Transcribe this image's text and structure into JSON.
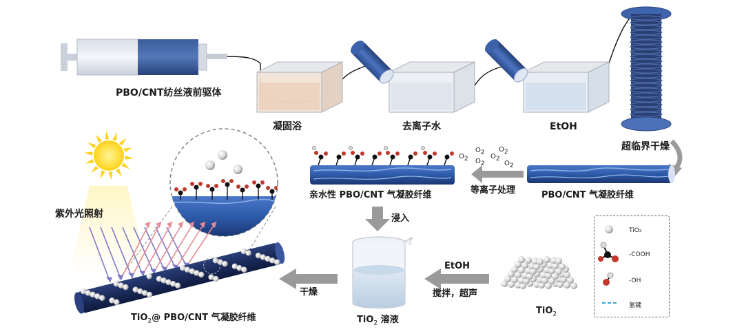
{
  "labels": {
    "precursor": "PBO/CNT纺丝液前驱体",
    "bath1": "凝固浴",
    "bath2": "去离子水",
    "bath3": "EtOH",
    "scd": "超临界干燥",
    "fiber1": "PBO/CNT 气凝胶纤维",
    "plasma": "等离子处理",
    "hydrophilic": "亲水性 PBO/CNT 气凝胶纤维",
    "immerse": "浸入",
    "uv": "紫外光照射",
    "dry": "干燥",
    "final_prefix": "TiO",
    "final_sub": "2",
    "final_suffix": "@ PBO/CNT 气凝胶纤维",
    "solution_prefix": "TiO",
    "solution_sub": "2",
    "solution_suffix": " 溶液",
    "etoh_arrow": "EtOH",
    "stir": "搅拌，超声",
    "tio2_prefix": "TiO",
    "tio2_sub": "2",
    "o2": "O",
    "o2_sub": "2"
  },
  "legend": {
    "tio2": "TiO₂",
    "cooh": "-COOH",
    "oh": "-OH",
    "hbond": "氢键"
  },
  "colors": {
    "fiber_dark": "#1d2f5e",
    "fiber_blue": "#2f5aa8",
    "arrow_gray": "#9a9a9a",
    "sun": "#ffd21a",
    "oxygen": "#c0392b",
    "hbond": "#3aa0d8"
  }
}
